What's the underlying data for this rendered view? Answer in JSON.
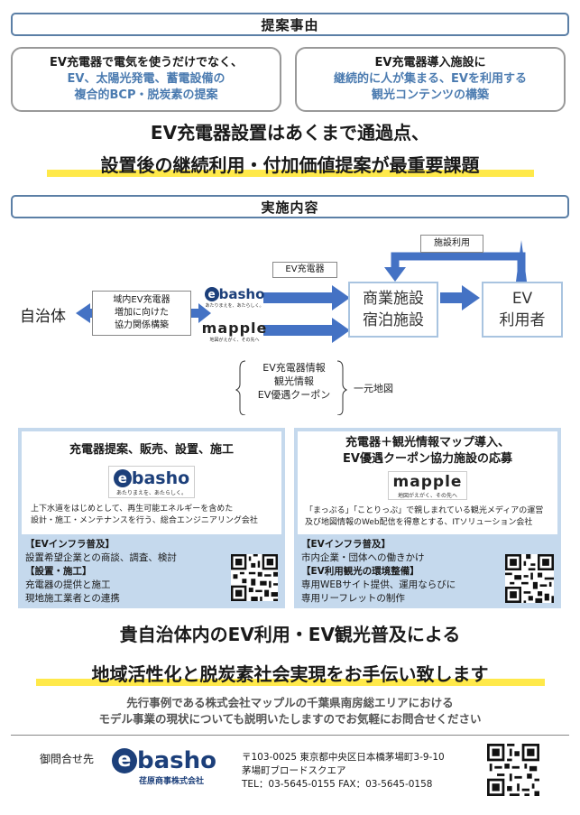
{
  "sections": {
    "reason": "提案事由",
    "implementation": "実施内容"
  },
  "reasons": [
    {
      "line1": "EV充電器で電気を使うだけでなく、",
      "line2": "EV、太陽光発電、蓄電設備の",
      "line3": "複合的BCP・脱炭素の提案"
    },
    {
      "line1": "EV充電器導入施設に",
      "line2": "継続的に人が集まる、EVを利用する",
      "line3": "観光コンテンツの構築"
    }
  ],
  "headline1": {
    "line1": "EV充電器設置はあくまで通過点、",
    "line2": "設置後の継続利用・付加価値提案が最重要課題"
  },
  "diagram": {
    "municipality": "自治体",
    "cooperation_line1": "域内EV充電器",
    "cooperation_line2": "増加に向けた",
    "cooperation_line3": "協力関係構築",
    "ev_charger": "EV充電器",
    "facility_use": "施設利用",
    "facility_line1": "商業施設",
    "facility_line2": "宿泊施設",
    "user_line1": "EV",
    "user_line2": "利用者",
    "info1": "EV充電器情報",
    "info2": "観光情報",
    "info3": "EV優遇クーポン",
    "unified_map": "一元地図"
  },
  "logos": {
    "ebasho_letter": "e",
    "ebasho_name": "basho",
    "ebasho_tagline": "あたりまえを、あたらしく。",
    "mapple_name": "mapple",
    "mapple_tagline": "地図がえがく、その先へ",
    "ebasho_company": "荏原商事株式会社"
  },
  "panels": [
    {
      "title": "充電器提案、販売、設置、施工",
      "desc1": "上下水道をはじめとして、再生可能エネルギーを含めた",
      "desc2": "設計・施工・メンテナンスを行う、総合エンジニアリング会社",
      "h1": "【EVインフラ普及】",
      "i1": "設置希望企業との商談、調査、検討",
      "h2": "【設置・施工】",
      "i2a": "充電器の提供と施工",
      "i2b": "現地施工業者との連携"
    },
    {
      "title1": "充電器＋観光情報マップ導入、",
      "title2": "EV優遇クーポン協力施設の応募",
      "desc1": "「まっぷる」「ことりっぷ」で親しまれている観光メディアの運営",
      "desc2": "及び地図情報のWeb配信を得意とする、ITソリューション会社",
      "h1": "【EVインフラ普及】",
      "i1": "市内企業・団体への働きかけ",
      "h2": "【EV利用観光の環境整備】",
      "i2a": "専用WEBサイト提供、運用ならびに",
      "i2b": "専用リーフレットの制作"
    }
  ],
  "headline2": {
    "line1": "貴自治体内のEV利用・EV観光普及による",
    "line2": "地域活性化と脱炭素社会実現をお手伝い致します"
  },
  "note": {
    "line1": "先行事例である株式会社マップルの千葉県南房総エリアにおける",
    "line2": "モデル事業の現状についても説明いたしますのでお気軽にお問合せください"
  },
  "contact": {
    "label": "御問合せ先",
    "address1": "〒103-0025  東京都中央区日本橋茅場町3-9-10",
    "address2": "茅場町ブロードスクエア",
    "phone": "TEL：03-5645-0155  FAX：03-5645-0158"
  },
  "colors": {
    "accent_blue": "#4b7bb0",
    "header_border": "#5b7fa6",
    "highlight_yellow": "#ffe94a",
    "panel_blue": "#c5d9ed",
    "arrow_blue": "#4472c4",
    "ebasho_navy": "#1c3f7a"
  }
}
